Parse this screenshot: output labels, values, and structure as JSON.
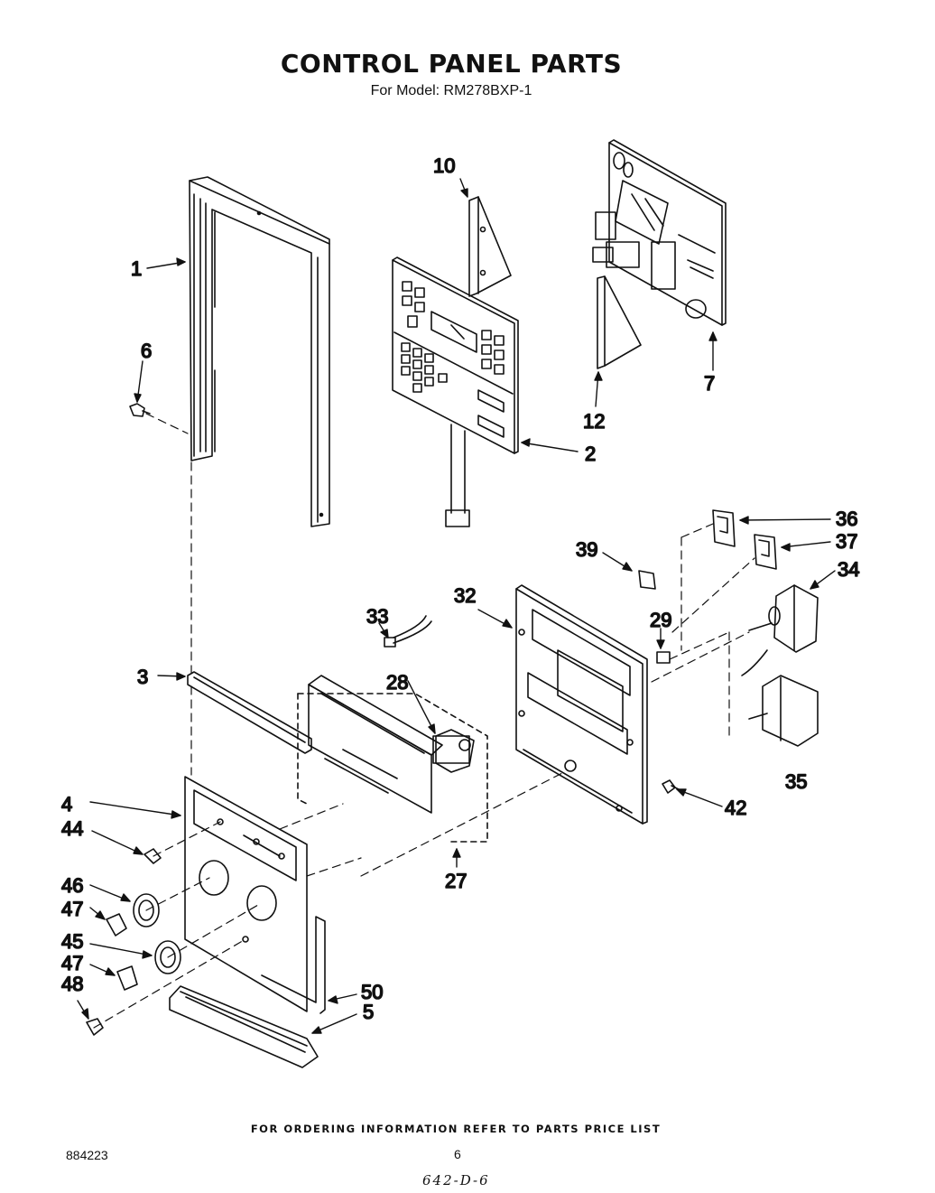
{
  "header": {
    "title": "CONTROL PANEL PARTS",
    "subtitle": "For Model: RM278BXP-1"
  },
  "callouts": {
    "p1": "1",
    "p2": "2",
    "p3": "3",
    "p4": "4",
    "p5": "5",
    "p6": "6",
    "p7": "7",
    "p10": "10",
    "p12": "12",
    "p27": "27",
    "p28": "28",
    "p29": "29",
    "p32": "32",
    "p33": "33",
    "p34": "34",
    "p35": "35",
    "p36": "36",
    "p37": "37",
    "p39": "39",
    "p42": "42",
    "p44": "44",
    "p45": "45",
    "p46": "46",
    "p47a": "47",
    "p47b": "47",
    "p48": "48",
    "p50": "50"
  },
  "footer": {
    "ordering_note": "FOR ORDERING INFORMATION REFER TO PARTS PRICE LIST",
    "document_number": "884223",
    "page_number": "6",
    "handwritten_note": "642-D-6"
  }
}
